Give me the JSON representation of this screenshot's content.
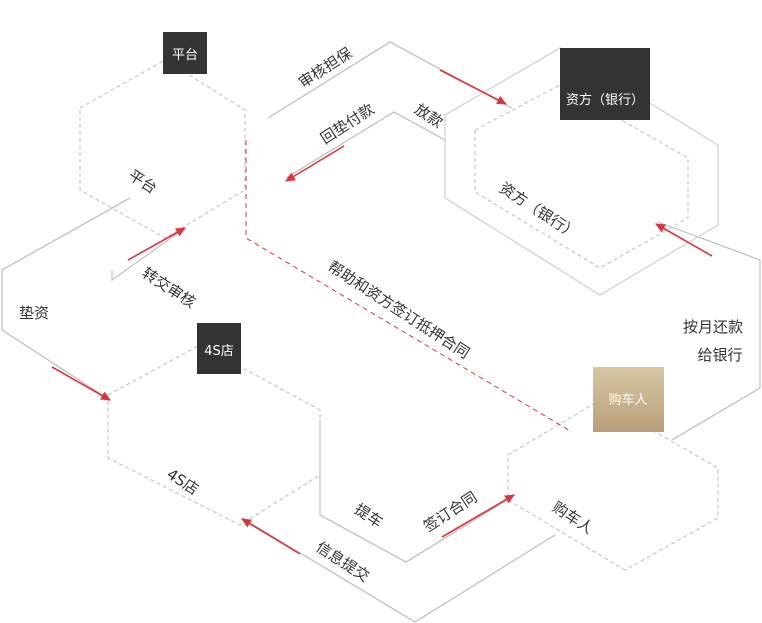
{
  "nodes": {
    "platform": {
      "tag": "平台",
      "label": "平台"
    },
    "funder": {
      "tag": "资方（银行）",
      "label": "资方（银行）"
    },
    "dealer": {
      "tag": "4S店",
      "label": "4S店"
    },
    "buyer": {
      "tag": "购车人",
      "label": "购车人"
    }
  },
  "flows": {
    "review_guarantee": "审核担保",
    "loan": "放款",
    "repay_advance": "回垫付款",
    "advance_fund": "垫资",
    "forward_review": "转交审核",
    "sign_help": "帮助和资方签订抵押合同",
    "monthly_repay_line1": "按月还款",
    "monthly_repay_line2": "给银行",
    "pickup": "提车",
    "sign_contract": "签订合同",
    "submit_info": "信息提交"
  },
  "colors": {
    "tag_dark": "#333333",
    "tag_gold": "#c9b48f",
    "arrow_red": "#d9363e",
    "line_gray": "#bdbdbd",
    "dashed_gray": "#c8c8c8"
  }
}
